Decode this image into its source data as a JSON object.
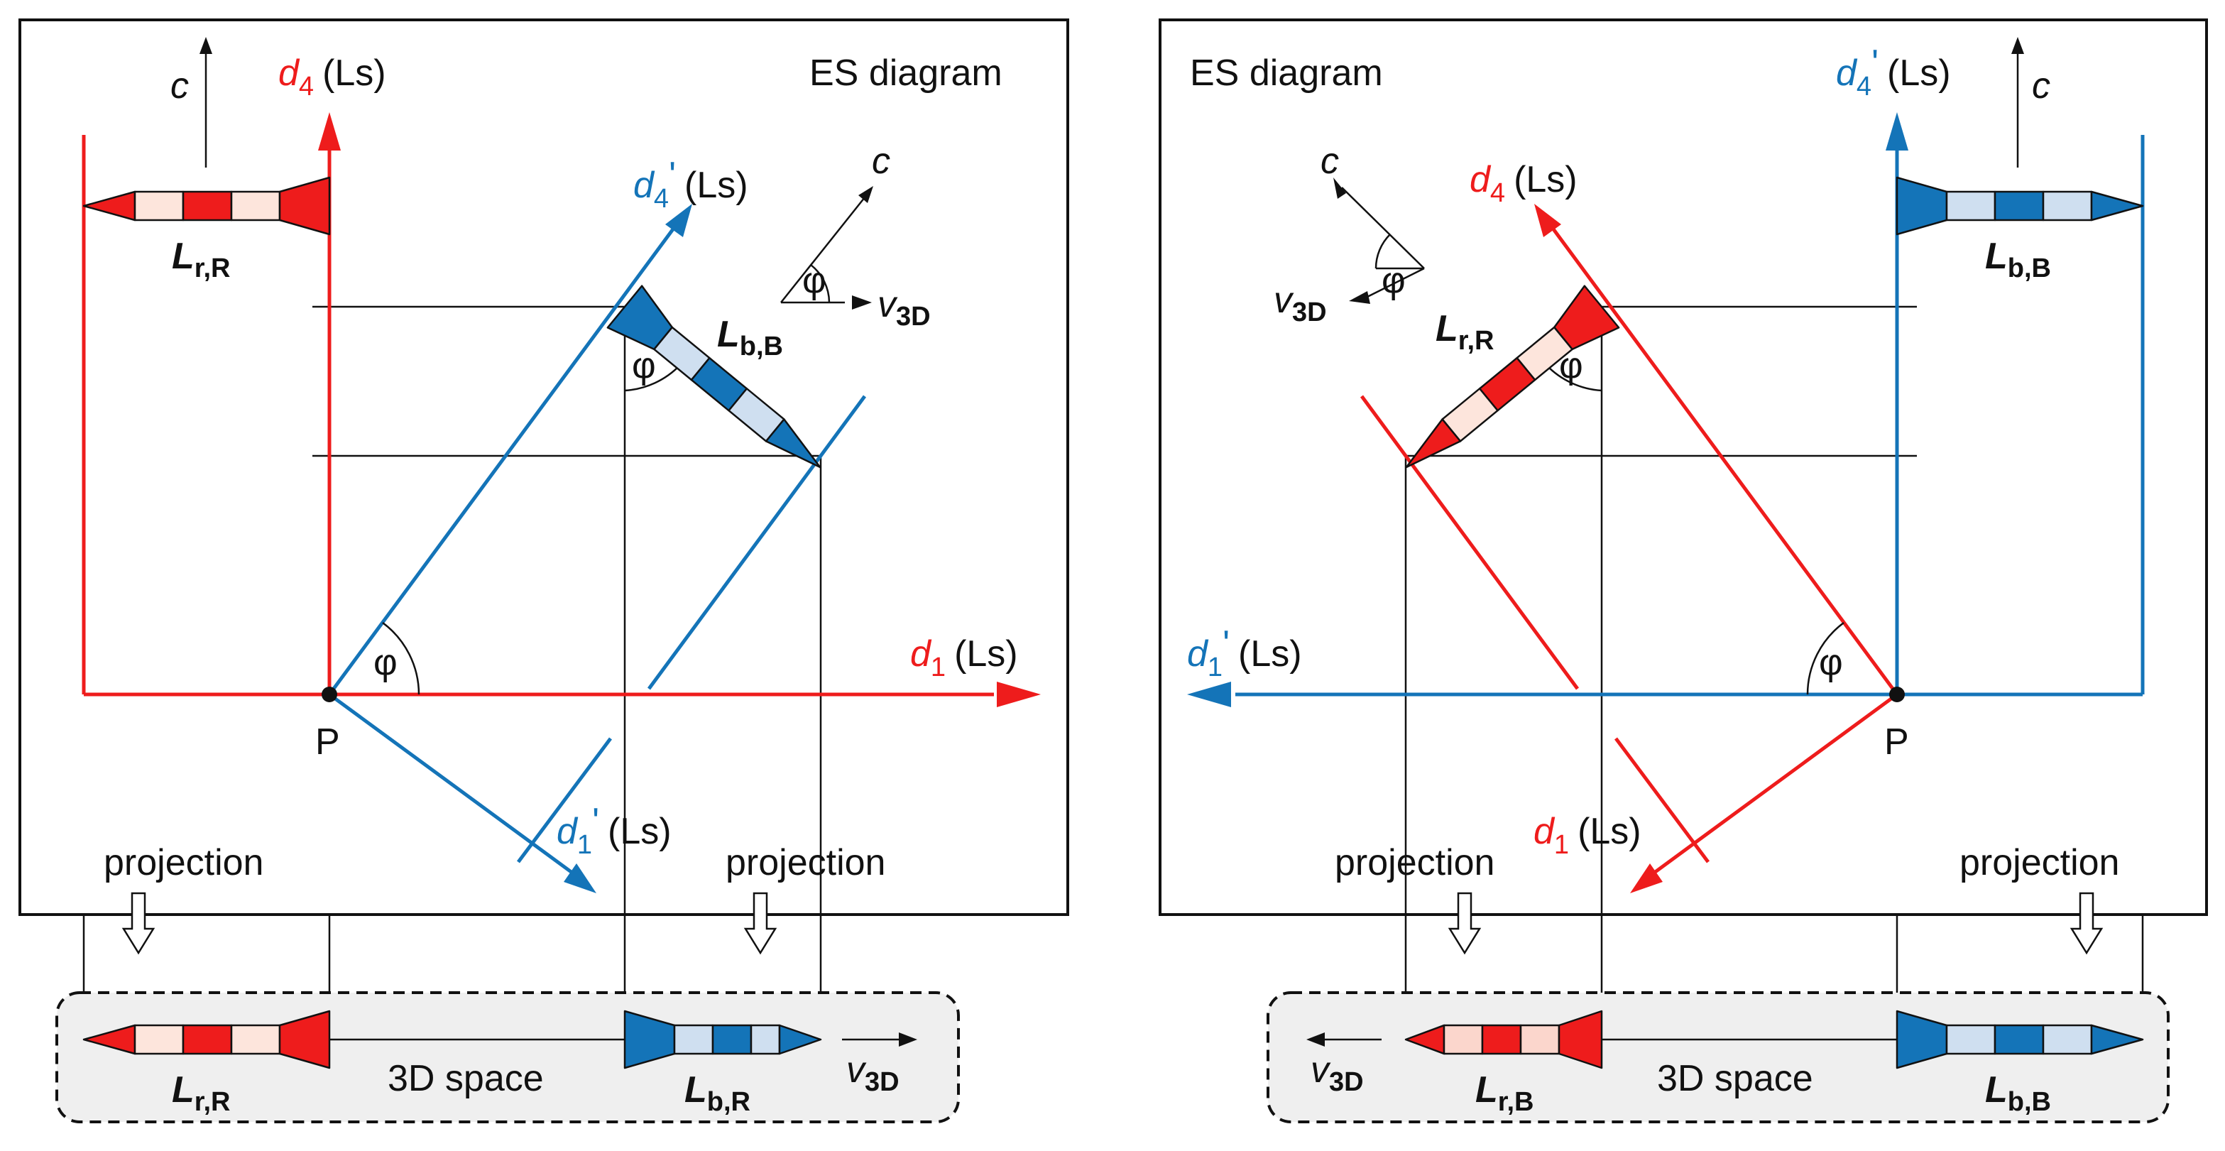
{
  "colors": {
    "red": "#ee1c1c",
    "red_light": "#fbd6cc",
    "red_pale": "#fde5dc",
    "blue": "#1474b8",
    "blue_light": "#cfdff0",
    "space_fill": "#efefef",
    "ink": "#111111"
  },
  "left": {
    "title": "ES diagram",
    "axis_d4": {
      "symbol": "d",
      "sub": "4",
      "unit": "(Ls)"
    },
    "axis_d1": {
      "symbol": "d",
      "sub": "1",
      "unit": "(Ls)"
    },
    "axis_d4p": {
      "symbol": "d",
      "sub": "4",
      "prime": "'",
      "unit": "(Ls)"
    },
    "axis_d1p": {
      "symbol": "d",
      "sub": "1",
      "prime": "'",
      "unit": "(Ls)"
    },
    "c": "c",
    "phi": "φ",
    "v_main": "v",
    "v_sub": "3D",
    "point": "P",
    "rod_red": {
      "main": "L",
      "sub": "r,R"
    },
    "rod_blue": {
      "main": "L",
      "sub": "b,B"
    },
    "projection_left": "projection",
    "projection_right": "projection",
    "space": {
      "label": "3D space",
      "rod_red": {
        "main": "L",
        "sub": "r,R"
      },
      "rod_blue": {
        "main": "L",
        "sub": "b,R"
      },
      "v_main": "v",
      "v_sub": "3D"
    }
  },
  "right": {
    "title": "ES diagram",
    "axis_d4p": {
      "symbol": "d",
      "sub": "4",
      "prime": "'",
      "unit": "(Ls)"
    },
    "axis_d1p": {
      "symbol": "d",
      "sub": "1",
      "prime": "'",
      "unit": "(Ls)"
    },
    "axis_d4": {
      "symbol": "d",
      "sub": "4",
      "unit": "(Ls)"
    },
    "axis_d1": {
      "symbol": "d",
      "sub": "1",
      "unit": "(Ls)"
    },
    "c": "c",
    "phi": "φ",
    "v_main": "v",
    "v_sub": "3D",
    "point": "P",
    "rod_red": {
      "main": "L",
      "sub": "r,R"
    },
    "rod_blue": {
      "main": "L",
      "sub": "b,B"
    },
    "projection_left": "projection",
    "projection_right": "projection",
    "space": {
      "label": "3D space",
      "rod_red": {
        "main": "L",
        "sub": "r,B"
      },
      "rod_blue": {
        "main": "L",
        "sub": "b,B"
      },
      "v_main": "v",
      "v_sub": "3D"
    }
  }
}
